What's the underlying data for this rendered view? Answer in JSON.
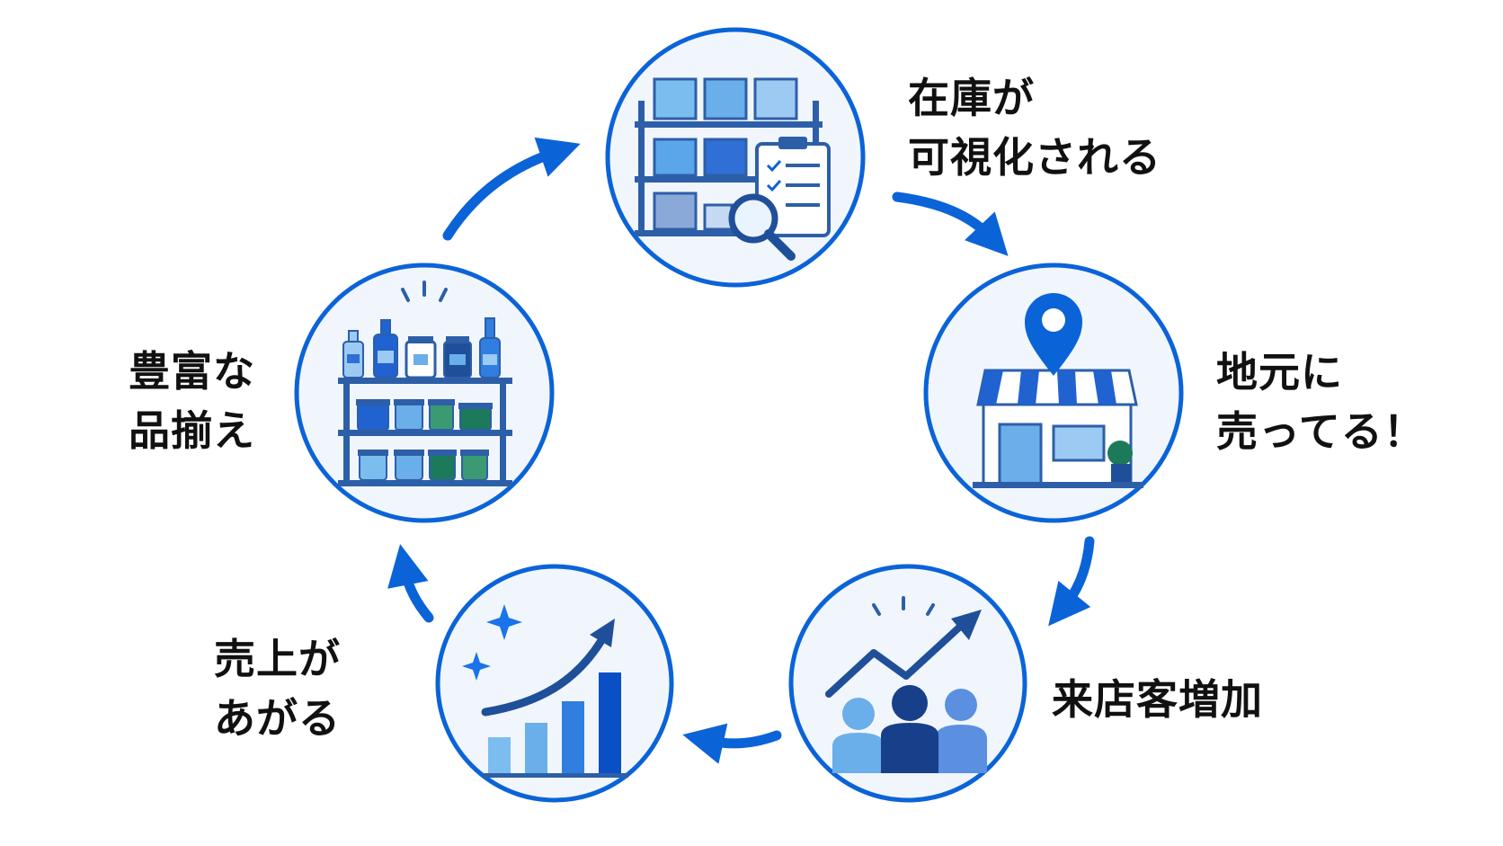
{
  "colors": {
    "primary": "#0b63d8",
    "circle_fill": "#f1f6fd",
    "text": "#111111"
  },
  "cycle": [
    {
      "id": "inventory",
      "icon": "inventory-shelf-clipboard-magnifier-icon",
      "lines": [
        "在庫が",
        "可視化される"
      ]
    },
    {
      "id": "local",
      "icon": "storefront-location-pin-icon",
      "lines": [
        "地元に",
        "売ってる！"
      ]
    },
    {
      "id": "visitors",
      "icon": "people-trend-up-icon",
      "lines": [
        "来店客増加"
      ]
    },
    {
      "id": "sales",
      "icon": "bar-chart-growth-icon",
      "lines": [
        "売上が",
        "あがる"
      ]
    },
    {
      "id": "assortment",
      "icon": "product-shelf-bottles-jars-icon",
      "lines": [
        "豊富な",
        "品揃え"
      ]
    }
  ],
  "arrows": [
    {
      "from": "inventory",
      "to": "local"
    },
    {
      "from": "local",
      "to": "visitors"
    },
    {
      "from": "visitors",
      "to": "sales"
    },
    {
      "from": "sales",
      "to": "assortment"
    },
    {
      "from": "assortment",
      "to": "inventory"
    }
  ]
}
